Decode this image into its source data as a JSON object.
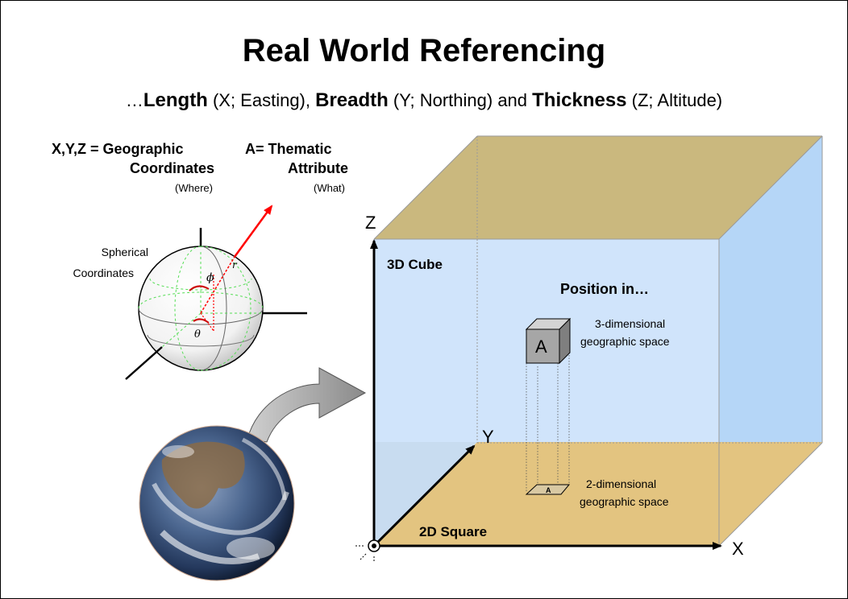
{
  "title": "Real World Referencing",
  "subtitle": {
    "prefix": "…",
    "length_label": "Length",
    "length_detail": " (X; Easting), ",
    "breadth_label": "Breadth",
    "breadth_detail": " (Y; Northing) and ",
    "thickness_label": "Thickness",
    "thickness_detail": " (Z; Altitude)"
  },
  "left_panel": {
    "xyz_line1": "X,Y,Z = Geographic",
    "xyz_line2": "Coordinates",
    "xyz_line3": "(Where)",
    "attr_line1": "A= Thematic",
    "attr_line2": "Attribute",
    "attr_line3": "(What)",
    "spherical_line1": "Spherical",
    "spherical_line2": "Coordinates",
    "phi": "ϕ",
    "theta": "θ",
    "r": "r"
  },
  "cube": {
    "axis_z": "Z",
    "axis_y": "Y",
    "axis_x": "X",
    "cube_label": "3D Cube",
    "square_label": "2D Square",
    "position_label": "Position in…",
    "box_letter": "A",
    "small_letter": "A",
    "three_d_line1": "3-dimensional",
    "three_d_line2": "geographic space",
    "two_d_line1": "2-dimensional",
    "two_d_line2": "geographic space"
  },
  "colors": {
    "cube_top": "#c9b87f",
    "cube_floor": "#e2c27f",
    "cube_front": "#cfe3fb",
    "cube_right": "#b2d4f6",
    "arrow_red": "#ff0000",
    "gray_arrow": "#a8a8a8"
  }
}
